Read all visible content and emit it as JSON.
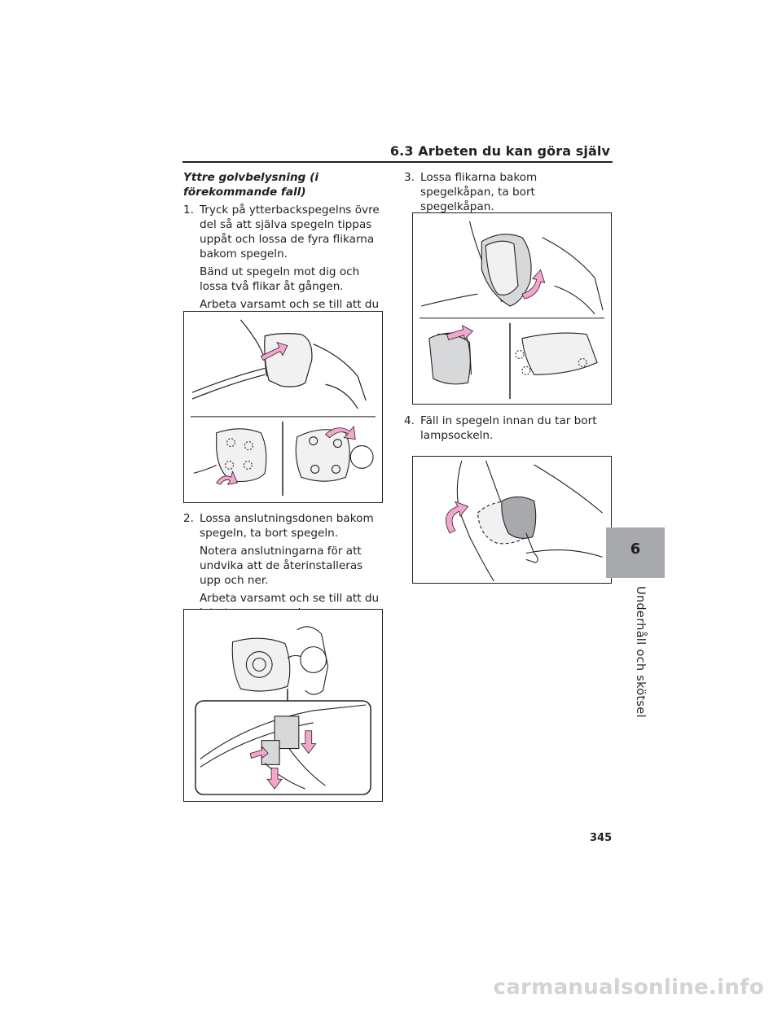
{
  "header": {
    "title": "6.3 Arbeten du kan göra själv"
  },
  "section_title": "Yttre golvbelysning (i förekommande fall)",
  "steps": [
    {
      "num": "1.",
      "text": "Tryck på ytterbackspegelns övre del så att själva spegeln tippas uppåt och lossa de fyra flikarna bakom spegeln.",
      "notes": [
        "Bänd ut spegeln mot dig och lossa två flikar åt gången.",
        "Arbeta varsamt och se till att du inte tappar spegeln."
      ]
    },
    {
      "num": "2.",
      "text": "Lossa anslutningsdonen bakom spegeln, ta bort spegeln.",
      "notes": [
        "Notera anslutningarna för att undvika att de återinstalleras upp och ner.",
        "Arbeta varsamt och se till att du inte tappar spegeln."
      ]
    },
    {
      "num": "3.",
      "text": "Lossa flikarna bakom spegelkåpan, ta bort spegelkåpan.",
      "notes": []
    },
    {
      "num": "4.",
      "text": "Fäll in spegeln innan du tar bort lampsockeln.",
      "notes": []
    }
  ],
  "chapter": {
    "number": "6",
    "label": "Underhåll och skötsel"
  },
  "page_number": "345",
  "watermark": "carmanualsonline.info",
  "colors": {
    "accent_arrow": "#f4a6cf",
    "tab_gray": "#a7a9ac",
    "text": "#231f20"
  }
}
